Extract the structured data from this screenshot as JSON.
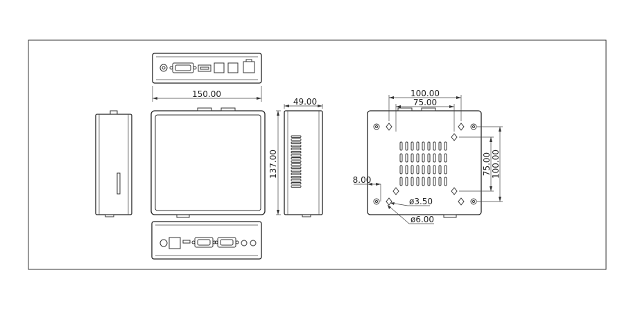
{
  "dimensions": {
    "front_width": "150.00",
    "top_depth": "49.00",
    "top_length": "137.00",
    "hole_spacing_a": "100.00",
    "hole_spacing_b": "75.00",
    "vertical_spacing_a": "75.00",
    "vertical_spacing_b": "100.00",
    "edge_offset": "8.00",
    "hole_dia_small": "ø3.50",
    "hole_dia_large": "ø6.00"
  }
}
